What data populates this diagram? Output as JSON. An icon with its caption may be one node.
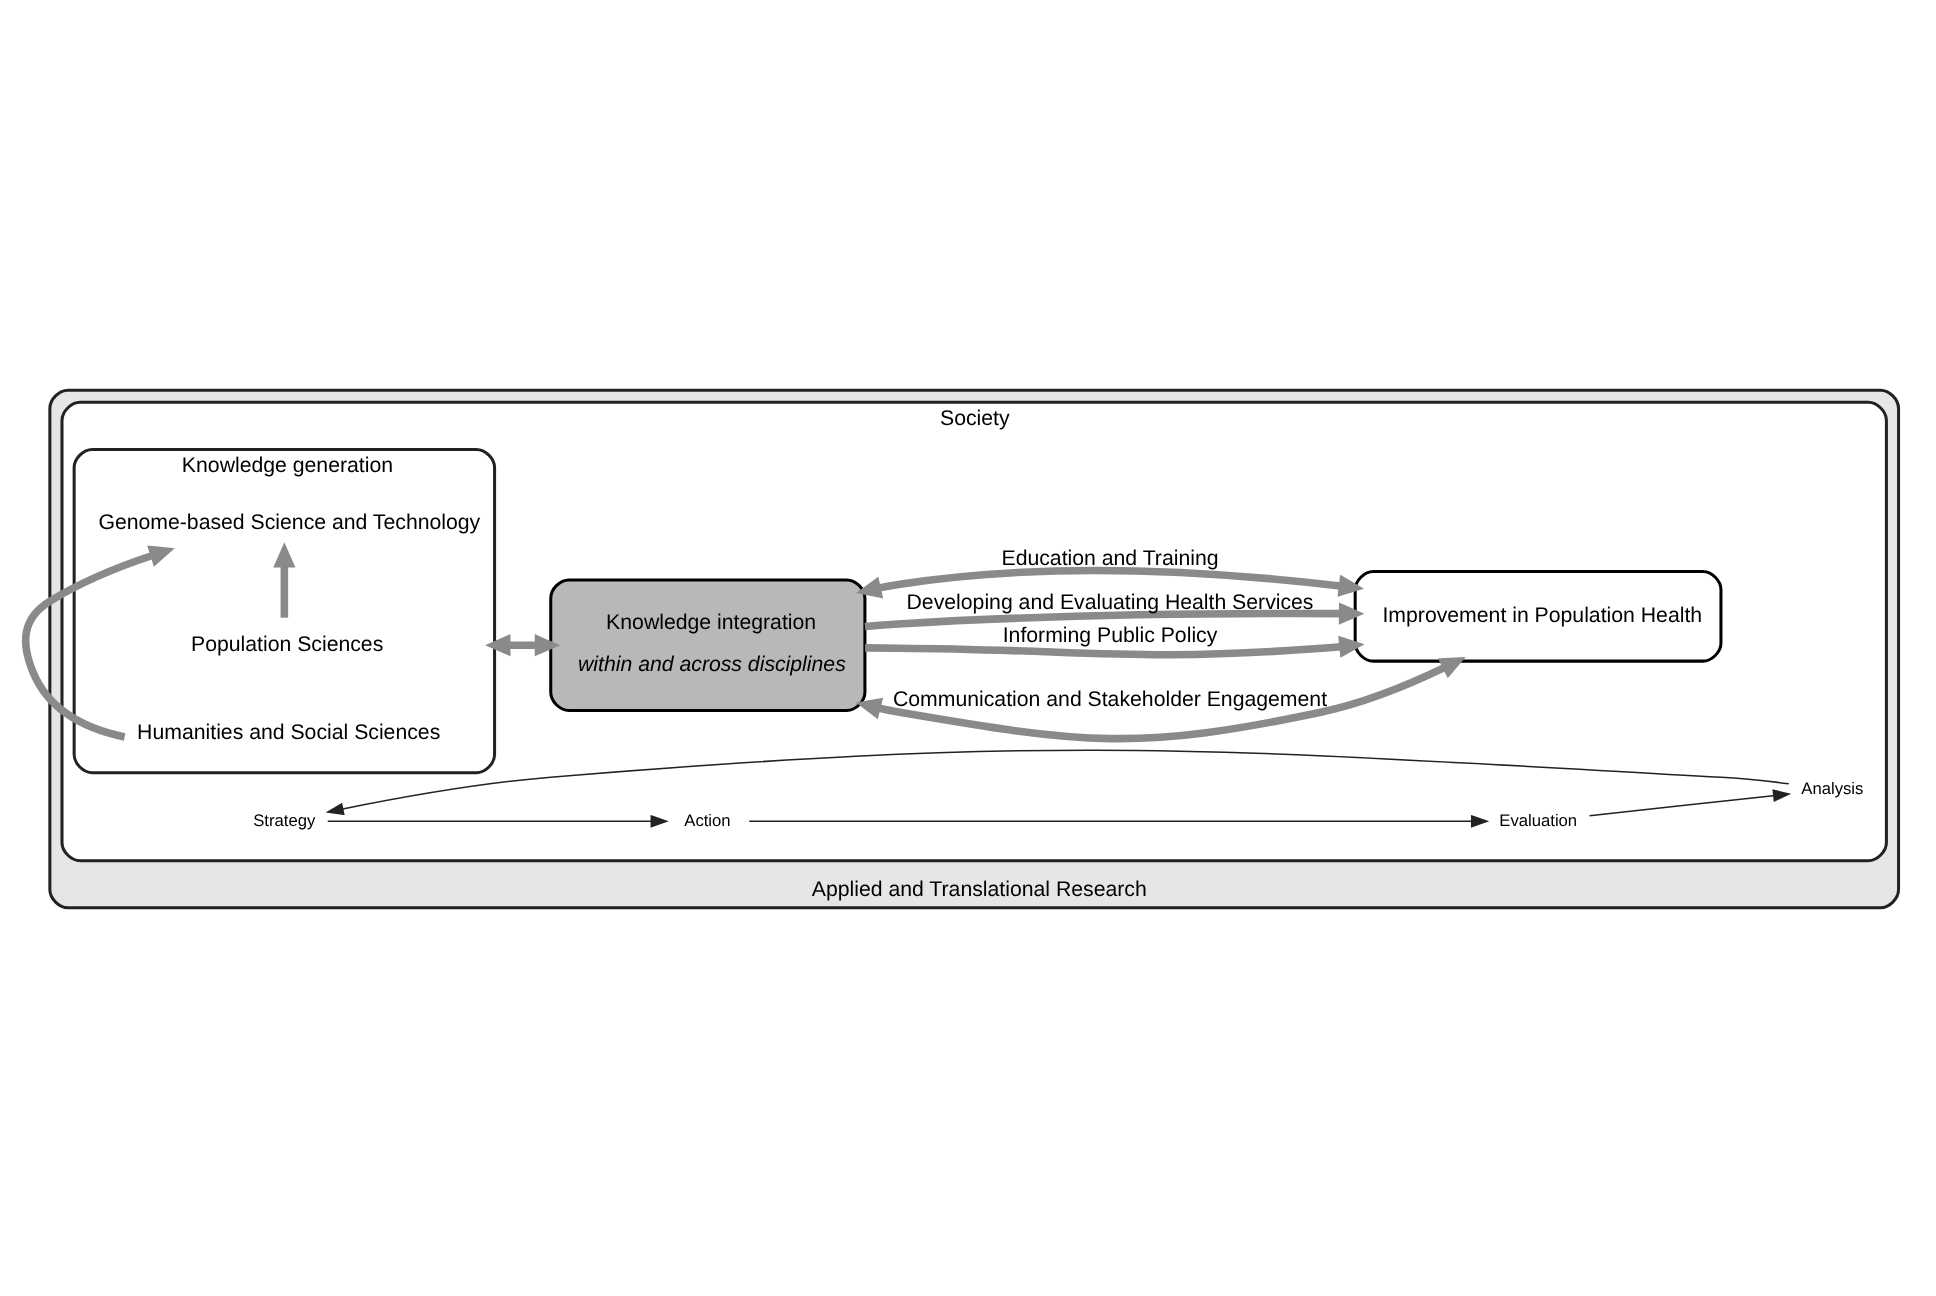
{
  "diagram": {
    "nodes": [
      {
        "text": [
          "Applied and Translational Research"
        ]
      },
      {
        "text": [
          "Society"
        ],
        "in": 0
      },
      {
        "text": [
          "Knowledge generation"
        ],
        "in": 1
      },
      {
        "text": [
          "Population Sciences"
        ],
        "in": 2
      },
      {
        "text": [
          "Genome-based Science and Technology"
        ],
        "in": 2
      },
      {
        "text": [
          "Humanities and Social Sciences"
        ],
        "in": 2
      },
      {
        "text": [
          "Knowledge integration",
          "within and across disciplines"
        ],
        "in": 1
      },
      {
        "text": [
          "Improvement in Population Health"
        ],
        "in": 1
      },
      {
        "text": [
          "Strategy"
        ],
        "in": 1
      },
      {
        "text": [
          "Action"
        ],
        "in": 1
      },
      {
        "text": [
          "Evaluation"
        ],
        "in": 1
      },
      {
        "text": [
          "Analysis"
        ],
        "in": 1
      }
    ],
    "edges": [
      {
        "from": 3,
        "to": 4,
        "arrow": "to"
      },
      {
        "from": 5,
        "to": 4,
        "arrow": "to"
      },
      {
        "from": 2,
        "to": 6,
        "arrow": "both"
      },
      {
        "from": 6,
        "to": 7,
        "arrow": "both",
        "label": "Communication and Stakeholder Engagement"
      },
      {
        "from": 6,
        "to": 7,
        "arrow": "to",
        "label": "Informing Public Policy"
      },
      {
        "from": 6,
        "to": 7,
        "arrow": "to",
        "label": "Developing and Evaluating Health Services"
      },
      {
        "from": 6,
        "to": 7,
        "arrow": "both",
        "label": "Education and Training"
      },
      {
        "from": 8,
        "to": 9,
        "arrow": "to",
        "color": "#222222"
      },
      {
        "from": 9,
        "to": 10,
        "arrow": "to",
        "color": "#222222"
      },
      {
        "from": 10,
        "to": 11,
        "arrow": "to",
        "color": "#222222"
      },
      {
        "from": 11,
        "to": 8,
        "arrow": "to",
        "color": "#222222"
      }
    ]
  }
}
